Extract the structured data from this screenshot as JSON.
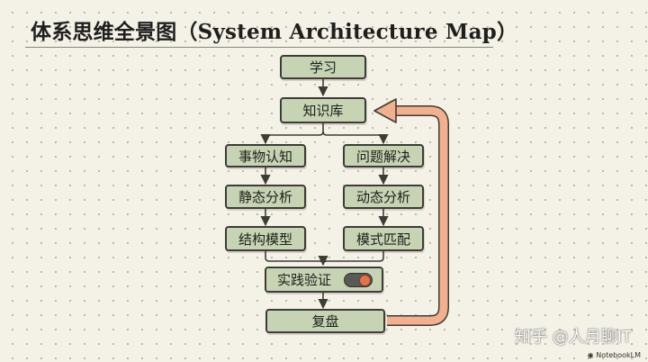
{
  "title": "体系思维全景图（System Architecture Map）",
  "nodes": {
    "study": "学习",
    "knowledge_base": "知识库",
    "cognition": "事物认知",
    "problem_solving": "问题解决",
    "static_analysis": "静态分析",
    "dynamic_analysis": "动态分析",
    "structural_model": "结构模型",
    "pattern_matching": "模式匹配",
    "practice_verification": "实践验证",
    "review": "复盘"
  },
  "colors": {
    "node_fill": "#c6d4b4",
    "node_border": "#3d3d37",
    "feedback_arrow": "#f2b08e",
    "toggle_knob": "#e5714d"
  },
  "watermark": "知乎 @人月聊IT",
  "brand": "NotebookLM"
}
